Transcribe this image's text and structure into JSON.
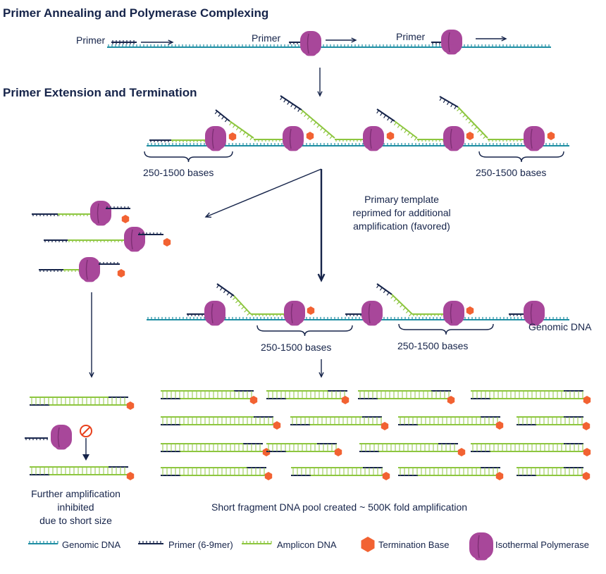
{
  "headings": {
    "annealing": "Primer Annealing and Polymerase Complexing",
    "extension": "Primer Extension and Termination"
  },
  "labels": {
    "primer": "Primer",
    "bases_range": "250-1500 bases",
    "reprimed": "Primary template reprimed for additional amplification (favored)",
    "reprimed_lines": [
      "Primary template",
      "reprimed for additional",
      "amplification (favored)"
    ],
    "genomic_dna": "Genomic DNA",
    "further_lines": [
      "Further amplification",
      "inhibited",
      "due to short size"
    ],
    "pool": "Short fragment DNA pool created ~ 500K fold amplification"
  },
  "legend": [
    {
      "key": "genomic",
      "label": "Genomic DNA"
    },
    {
      "key": "primer",
      "label": "Primer (6-9mer)"
    },
    {
      "key": "amplicon",
      "label": "Amplicon DNA"
    },
    {
      "key": "termination",
      "label": "Termination Base"
    },
    {
      "key": "polymerase",
      "label": "Isothermal Polymerase"
    }
  ],
  "colors": {
    "genomic": "#1f8ea3",
    "primer": "#16244a",
    "amplicon": "#8dc63f",
    "termination": "#f26232",
    "polymerase": "#a8479a",
    "inhibit": "#e8401c",
    "text": "#16244a"
  }
}
